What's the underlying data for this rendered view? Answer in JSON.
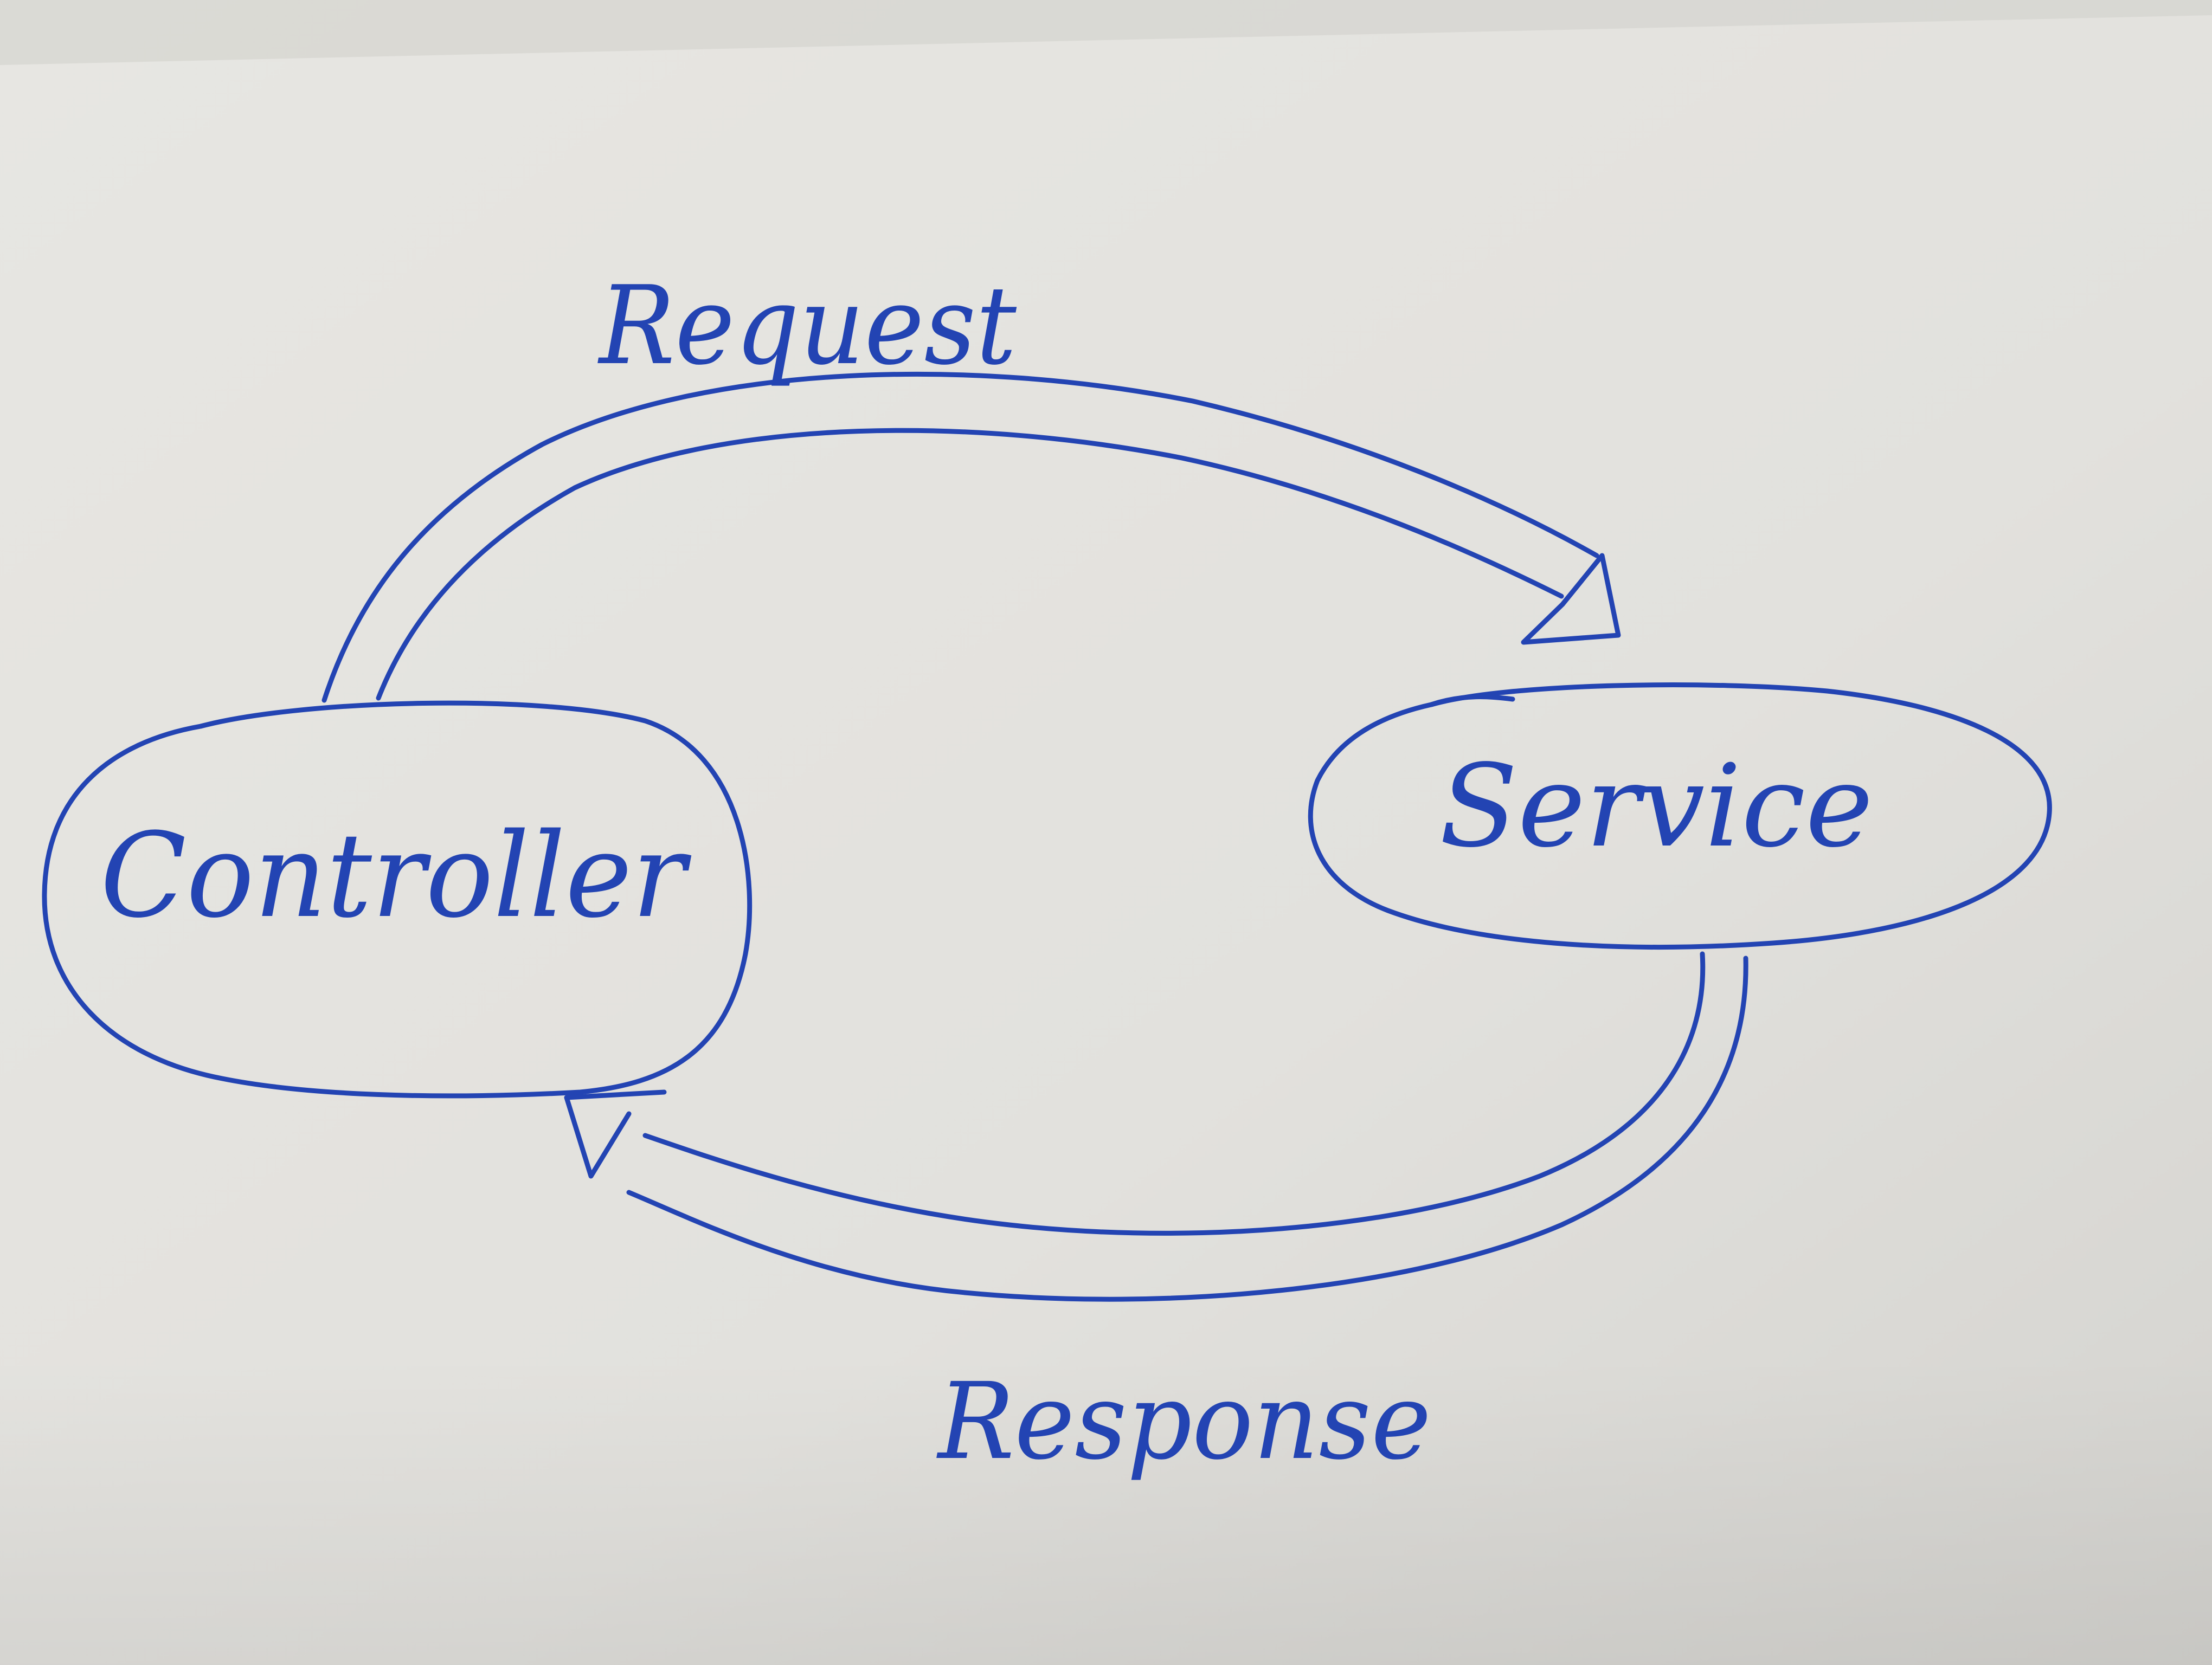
{
  "diagram": {
    "nodes": [
      {
        "id": "controller",
        "label": "Controller"
      },
      {
        "id": "service",
        "label": "Service"
      }
    ],
    "edges": [
      {
        "id": "request",
        "from": "controller",
        "to": "service",
        "label": "Request"
      },
      {
        "id": "response",
        "from": "service",
        "to": "controller",
        "label": "Response"
      }
    ]
  },
  "colors": {
    "ink": "#2344b3",
    "paper": "#e4e3df"
  }
}
